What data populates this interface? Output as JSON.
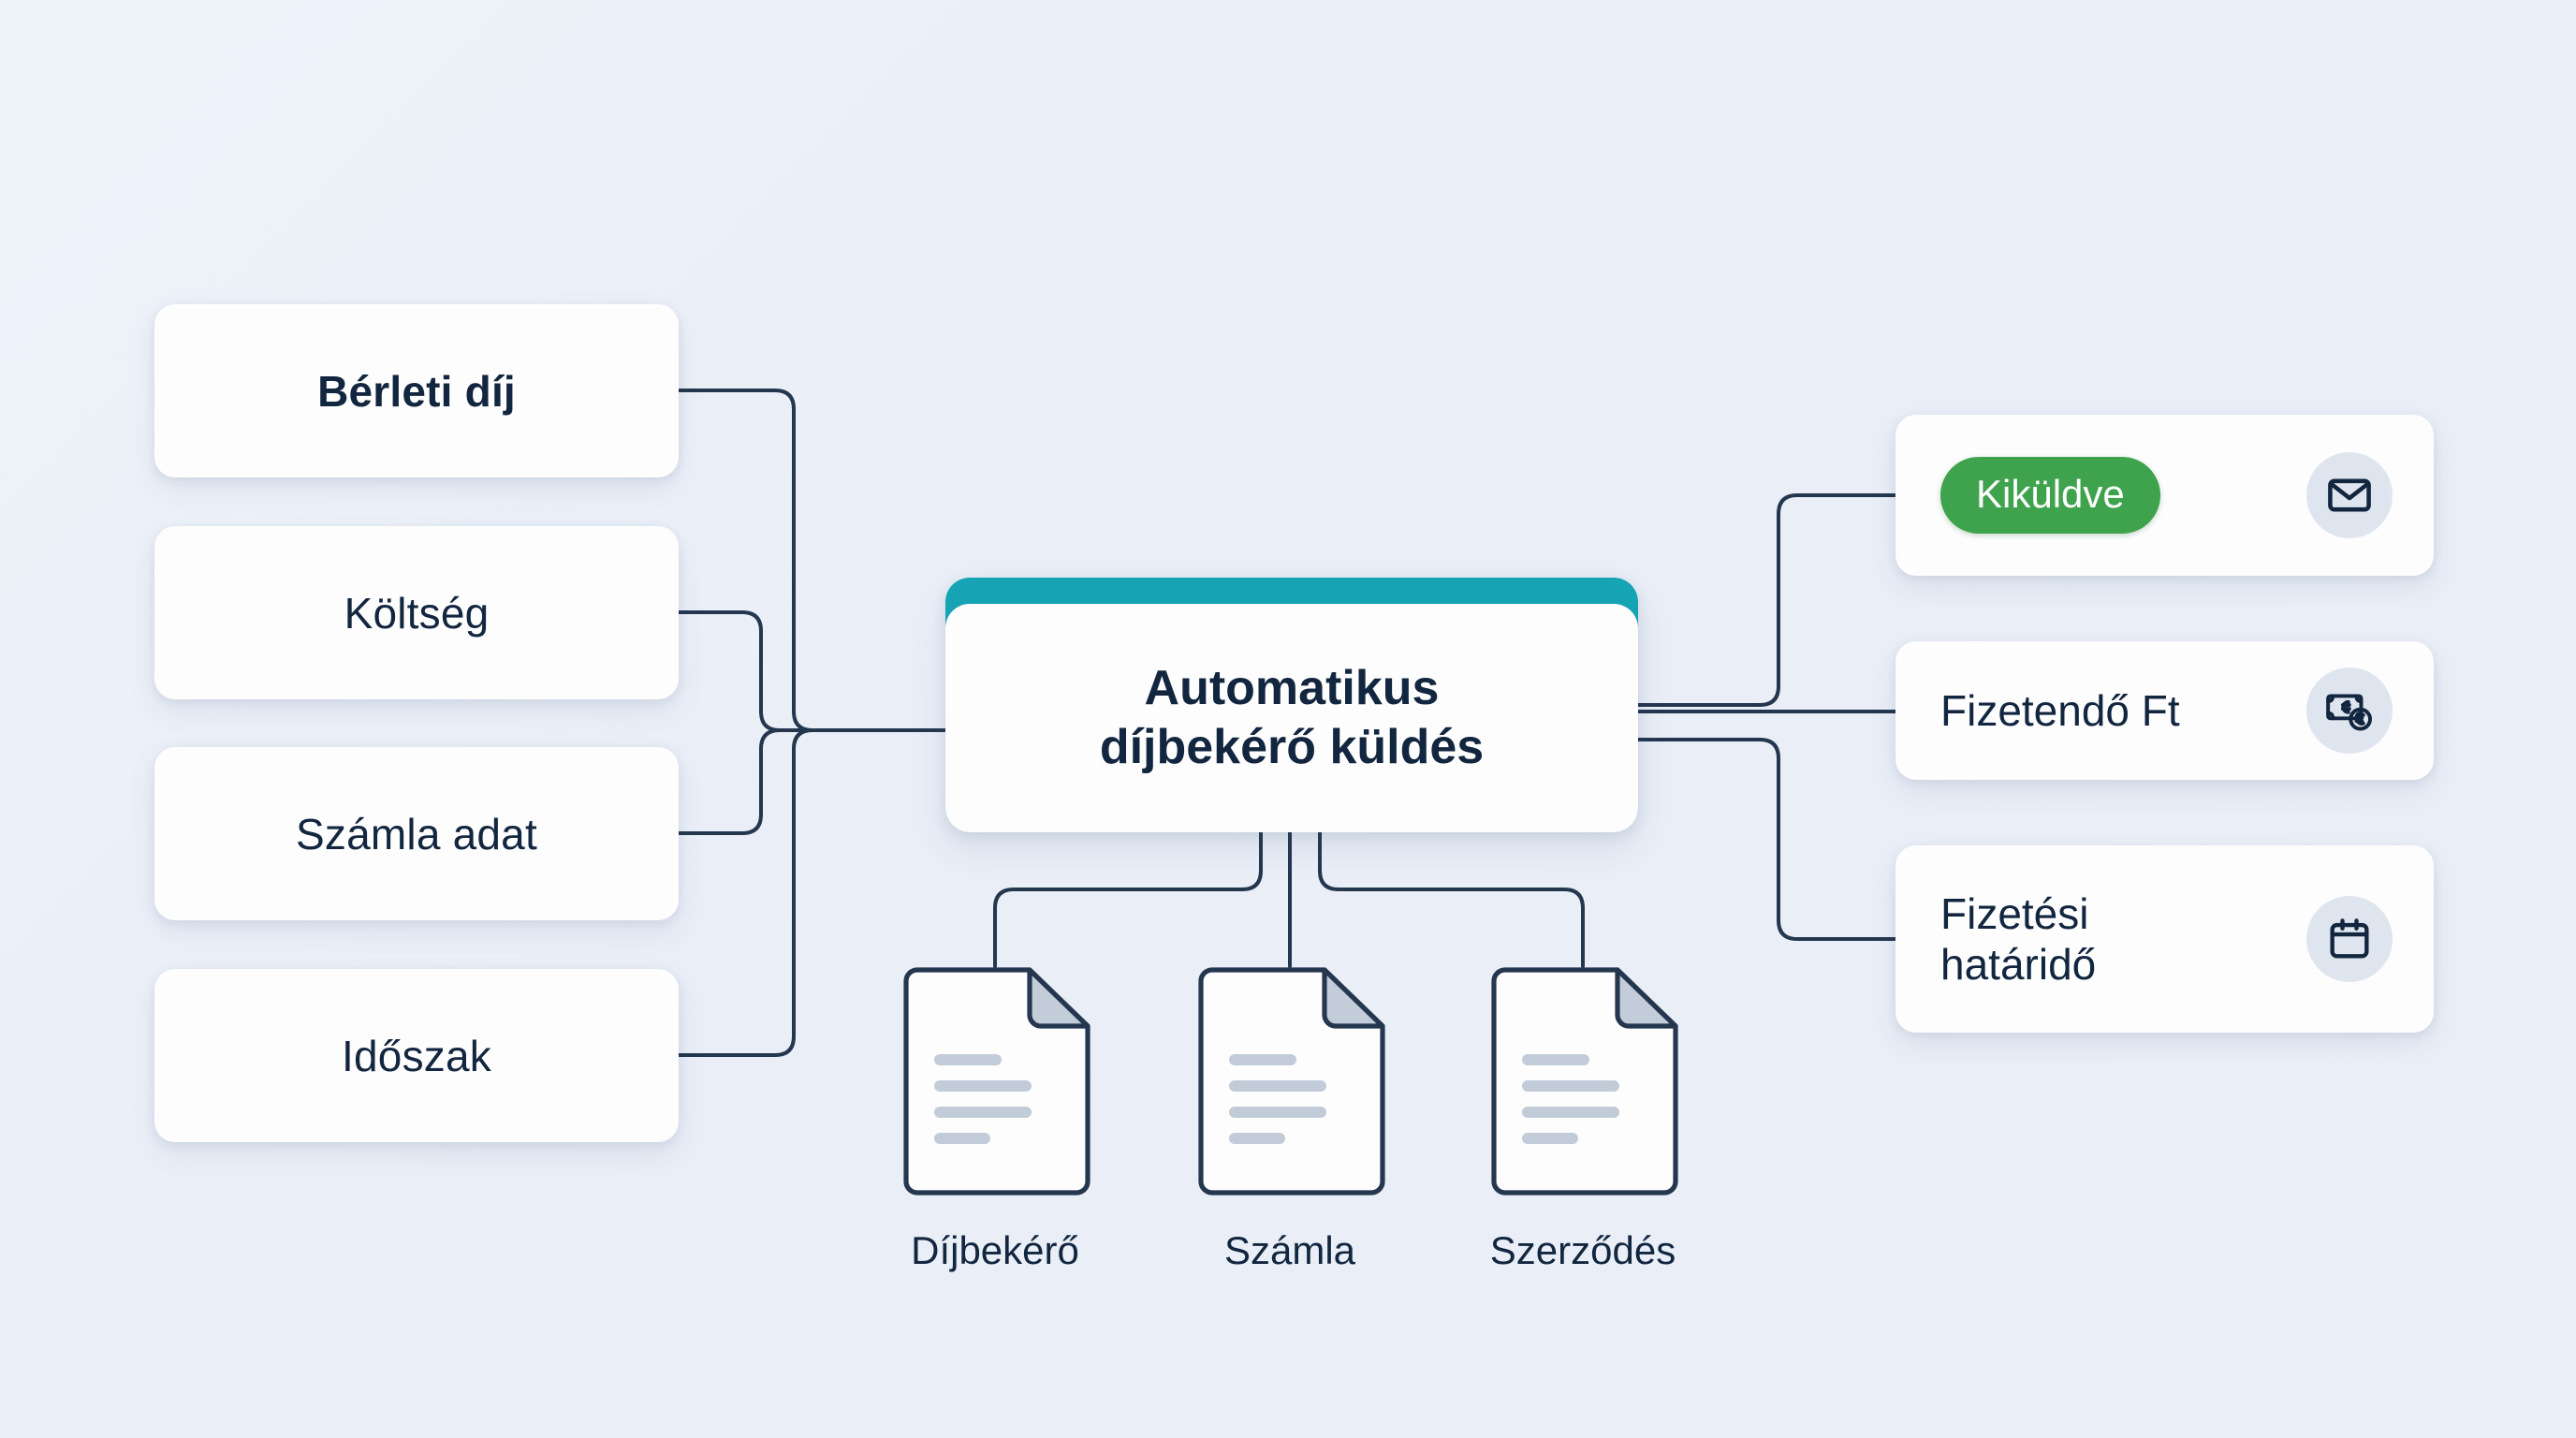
{
  "diagram": {
    "background_color": "#eef2f8",
    "line_color": "#24374f",
    "text_color": "#12263f"
  },
  "central": {
    "title_line1": "Automatikus",
    "title_line2": "díjbekérő küldés",
    "accent_color": "#16a3b4"
  },
  "inputs": [
    {
      "label": "Bérleti díj"
    },
    {
      "label": "Költség"
    },
    {
      "label": "Számla adat"
    },
    {
      "label": "Időszak"
    }
  ],
  "outputs": [
    {
      "label": "Kiküldve",
      "type": "badge",
      "badge_color": "#3fa34d",
      "icon": "envelope-icon"
    },
    {
      "label": "Fizetendő Ft",
      "type": "text",
      "icon": "banknote-coin-icon"
    },
    {
      "label": "Fizetési határidő",
      "label_line1": "Fizetési",
      "label_line2": "határidő",
      "type": "text",
      "icon": "calendar-icon"
    }
  ],
  "documents": [
    {
      "label": "Díjbekérő",
      "icon": "document-icon"
    },
    {
      "label": "Számla",
      "icon": "document-icon"
    },
    {
      "label": "Szerződés",
      "icon": "document-icon"
    }
  ]
}
